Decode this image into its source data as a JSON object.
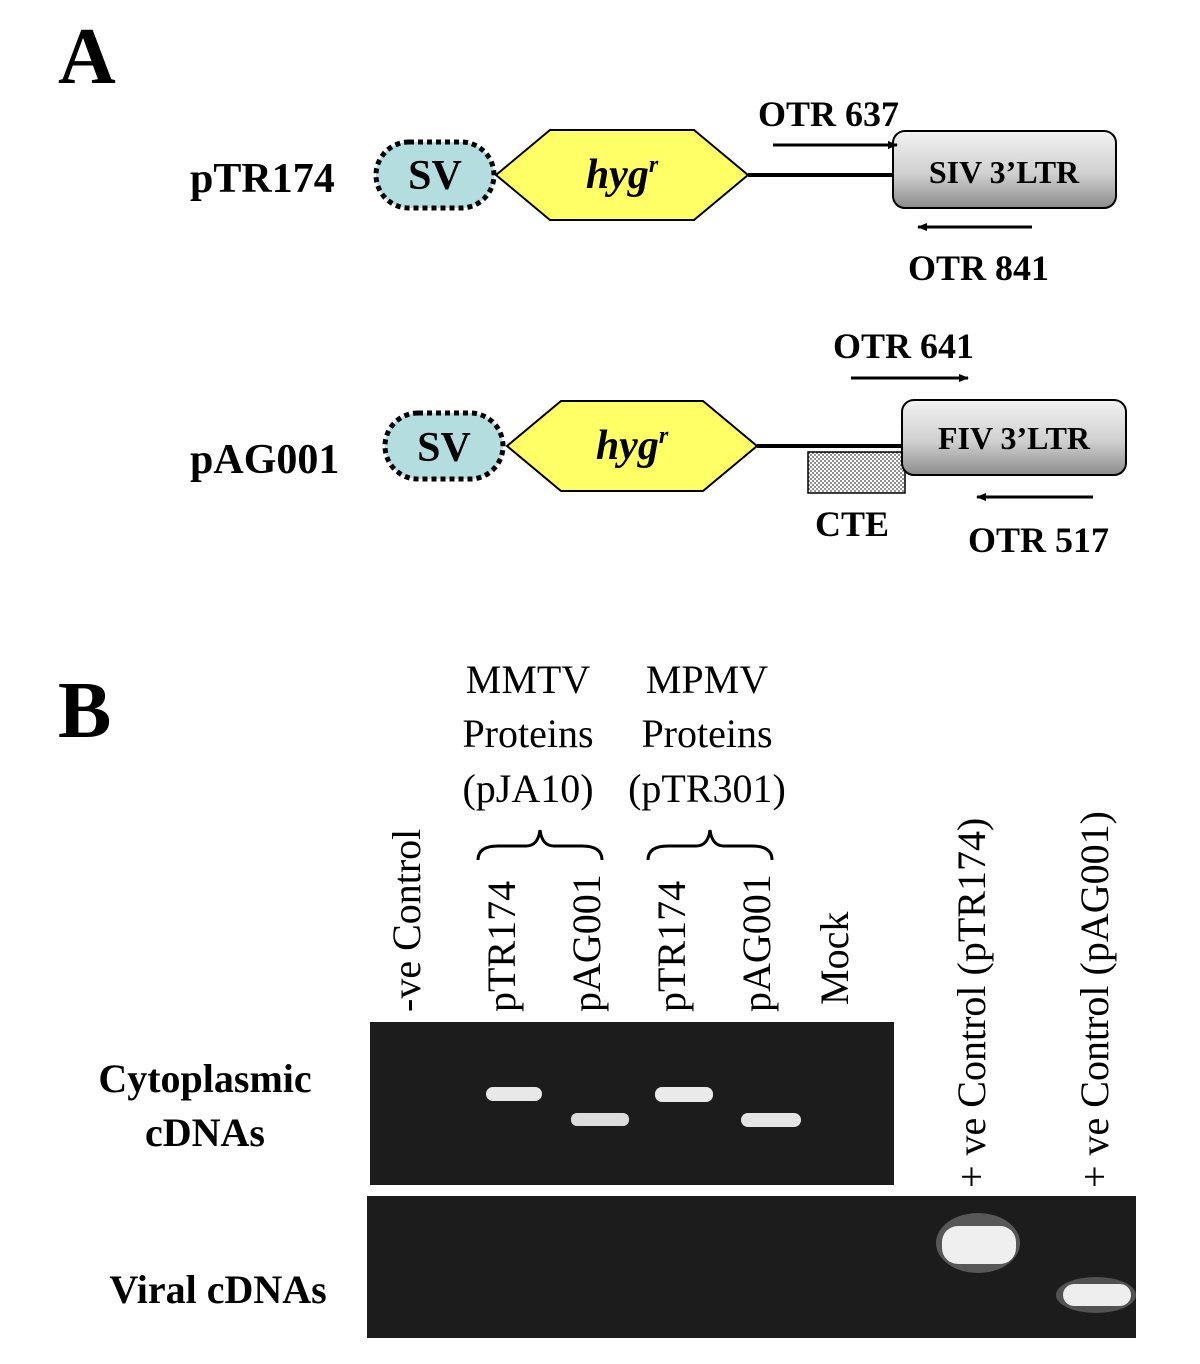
{
  "panel_a": {
    "label": "A",
    "construct1": {
      "name": "pTR174",
      "promoter": "SV",
      "gene": "hyg",
      "gene_sup": "r",
      "ltr": "SIV 3’LTR",
      "primer_fwd": "OTR 637",
      "primer_rev": "OTR 841"
    },
    "construct2": {
      "name": "pAG001",
      "promoter": "SV",
      "gene": "hyg",
      "gene_sup": "r",
      "ltr": "FIV 3’LTR",
      "element": "CTE",
      "primer_fwd": "OTR 641",
      "primer_rev": "OTR 517"
    },
    "colors": {
      "promoter_fill": "#b4dde0",
      "gene_fill": "#ffff66",
      "ltr_fill_light": "#f2f2f2",
      "ltr_fill_dark": "#8c8c8c"
    }
  },
  "panel_b": {
    "label": "B",
    "groups": [
      {
        "lines": [
          "MMTV",
          "Proteins",
          "(pJA10)"
        ]
      },
      {
        "lines": [
          "MPMV",
          "Proteins",
          "(pTR301)"
        ]
      }
    ],
    "lanes": [
      "-ve Control",
      "pTR174",
      "pAG001",
      "pTR174",
      "pAG001",
      "Mock"
    ],
    "positive_controls": [
      "+ ve Control  (pTR174)",
      "+ ve Control  (pAG001)"
    ],
    "row_labels": {
      "cytoplasmic": [
        "Cytoplasmic",
        "cDNAs"
      ],
      "viral": "Viral cDNAs"
    }
  }
}
